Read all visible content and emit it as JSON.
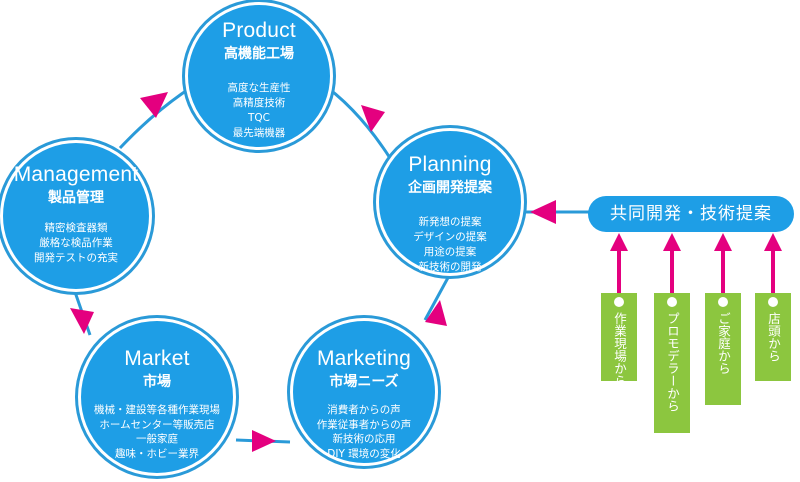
{
  "nodes": {
    "product": {
      "title": "Product",
      "subtitle": "高機能工場",
      "items": [
        "高度な生産性",
        "高精度技術",
        "TQC",
        "最先端機器"
      ]
    },
    "planning": {
      "title": "Planning",
      "subtitle": "企画開発提案",
      "items": [
        "新発想の提案",
        "デザインの提案",
        "用途の提案",
        "新技術の開発"
      ]
    },
    "management": {
      "title": "Management",
      "subtitle": "製品管理",
      "items": [
        "精密検査器類",
        "厳格な検品作業",
        "開発テストの充実"
      ]
    },
    "market": {
      "title": "Market",
      "subtitle": "市場",
      "items": [
        "機械・建設等各種作業現場",
        "ホームセンター等販売店",
        "一般家庭",
        "趣味・ホビー業界"
      ]
    },
    "marketing": {
      "title": "Marketing",
      "subtitle": "市場ニーズ",
      "items": [
        "消費者からの声",
        "作業従事者からの声",
        "新技術の応用",
        "DIY 環境の変化"
      ]
    }
  },
  "collaboration": {
    "label": "共同開発・技術提案"
  },
  "sources": [
    "作業現場から",
    "プロモデラーから",
    "ご家庭から",
    "店頭から"
  ],
  "colors": {
    "node_fill": "#1e9ee6",
    "node_ring": "#2a9ad8",
    "arrow": "#e4007f",
    "source_fill": "#8cc63f"
  }
}
